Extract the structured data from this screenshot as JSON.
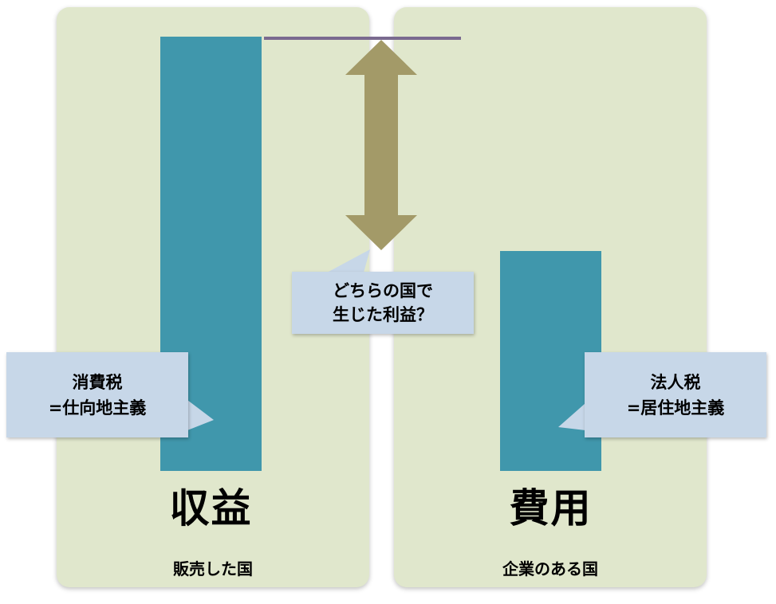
{
  "left_panel": {
    "bar_label": "収益",
    "country_label": "販売した国",
    "callout": {
      "line1": "消費税",
      "line2": "=仕向地主義"
    }
  },
  "right_panel": {
    "bar_label": "費用",
    "country_label": "企業のある国",
    "callout": {
      "line1": "法人税",
      "line2": "=居住地主義"
    }
  },
  "profit_callout": {
    "line1": "どちらの国で",
    "line2": "生じた利益？"
  },
  "colors": {
    "panel_background": "#e0e7cc",
    "bar": "#4097ac",
    "callout_background": "#c7d7e8",
    "arrow": "#a39a68",
    "profit_line": "#7a6a8f"
  },
  "icons": {
    "profit_arrow": "double-vertical-arrow"
  }
}
